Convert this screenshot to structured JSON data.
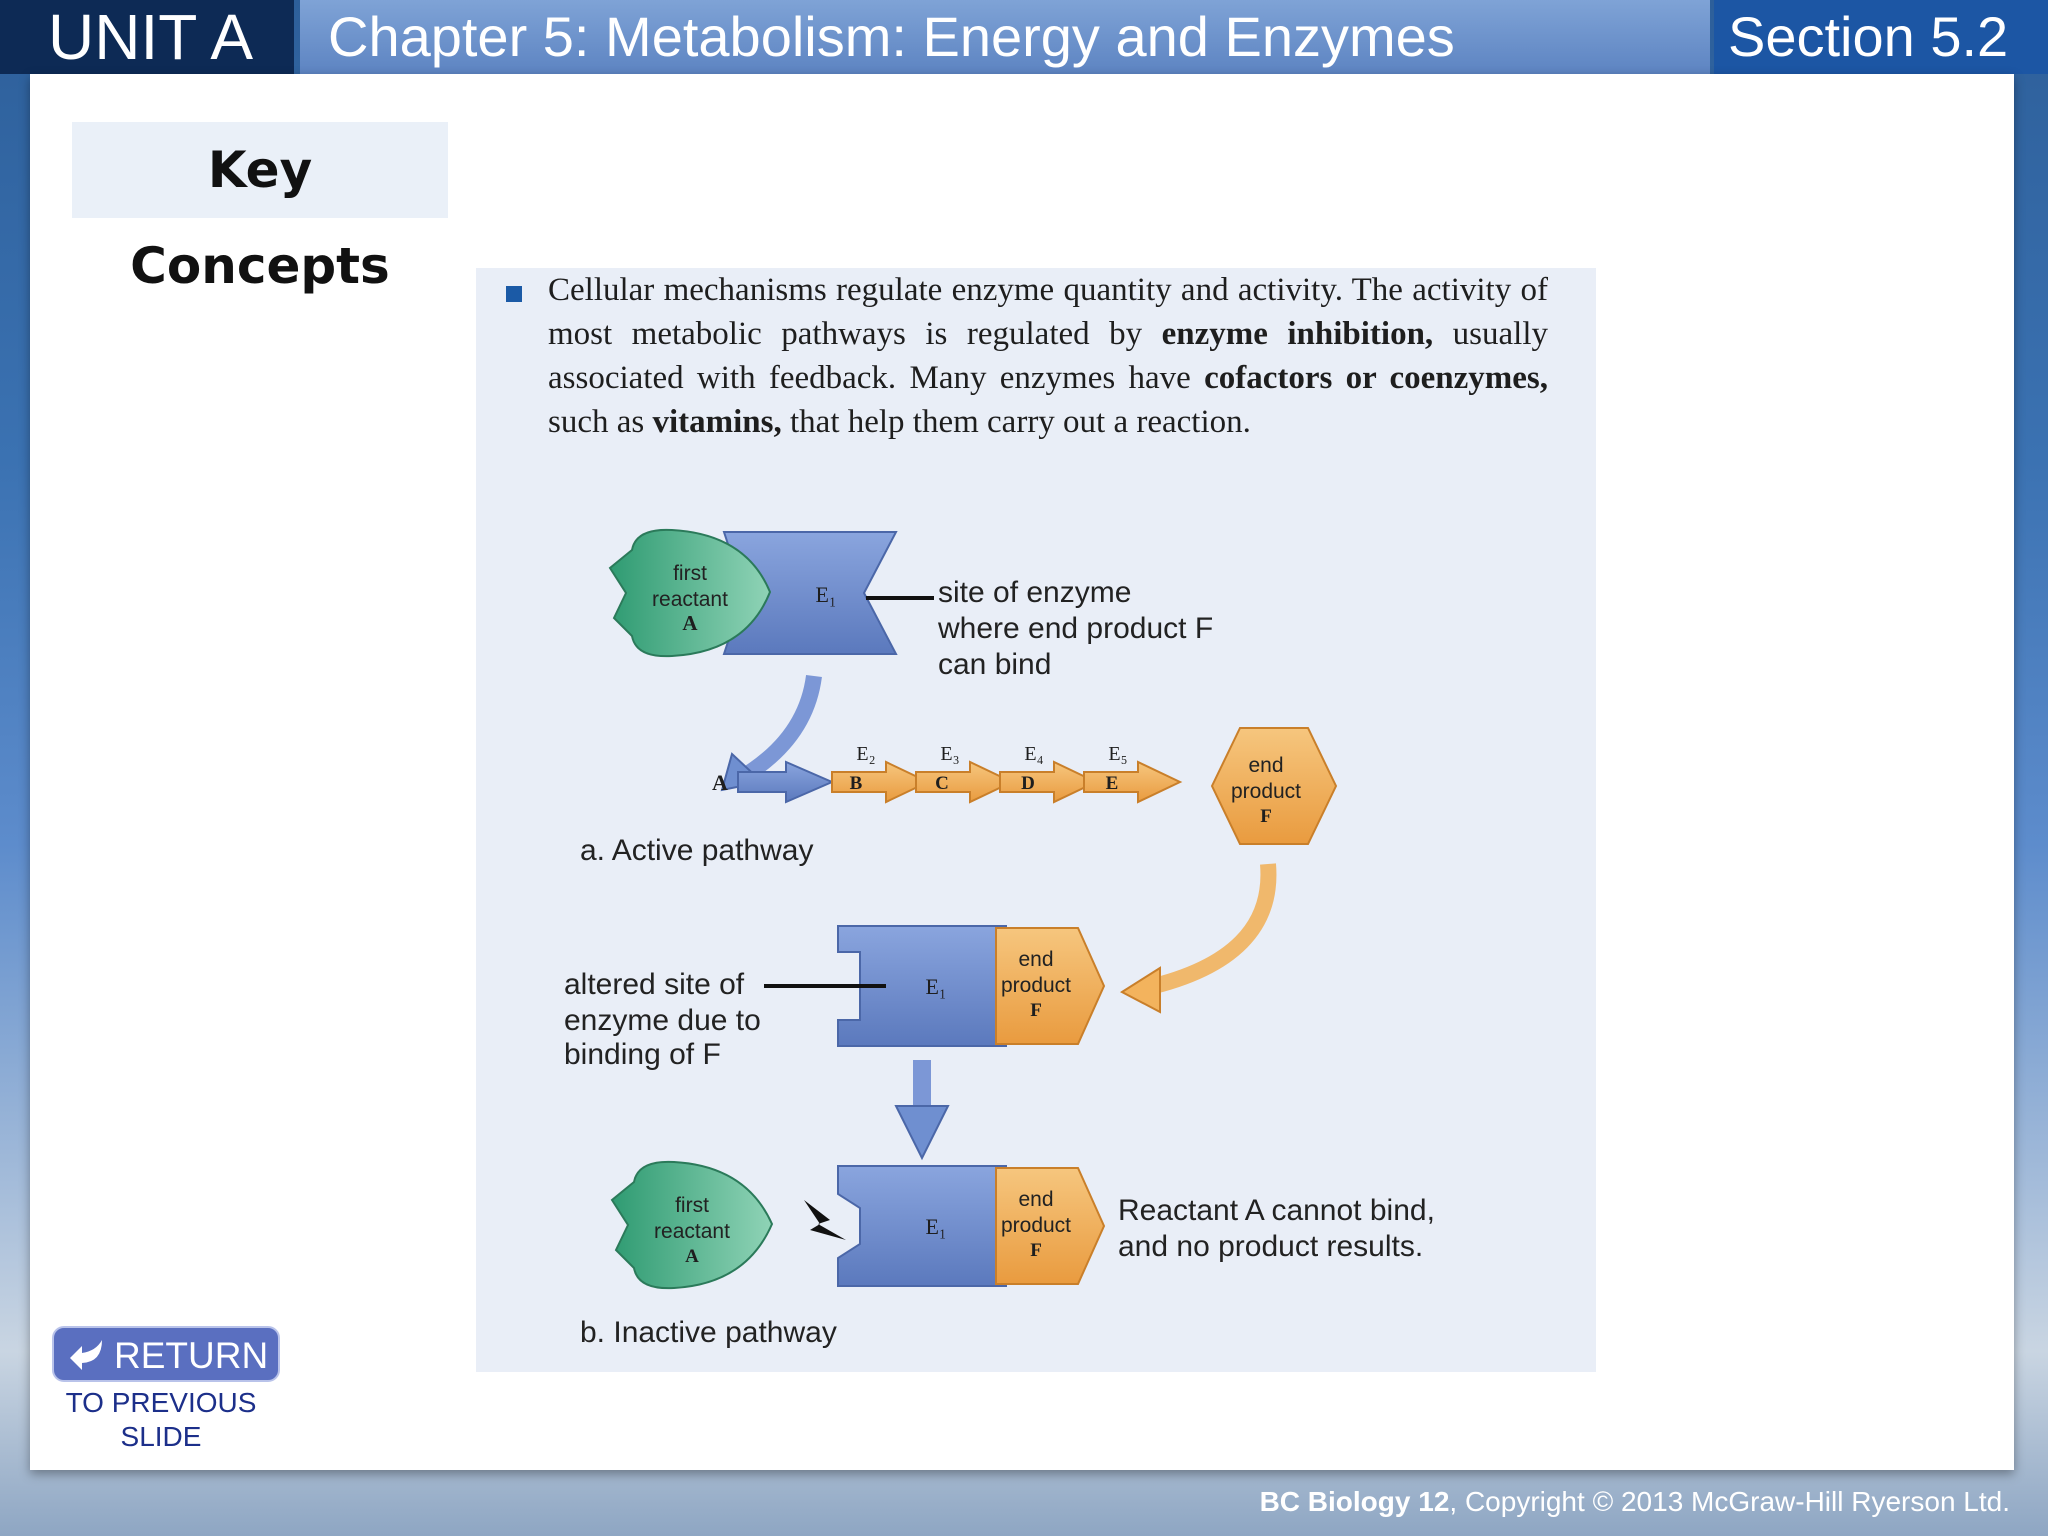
{
  "header": {
    "unit": "UNIT A",
    "chapter": "Chapter 5: Metabolism: Energy and Enzymes",
    "section": "Section 5.2"
  },
  "main": {
    "key_concepts_title": "Key Concepts",
    "paragraph": {
      "p1": "Cellular mechanisms regulate enzyme quantity and activity. The activity of most metabolic pathways is regulated by ",
      "b1": "enzyme inhibition,",
      "p2": " usually associated with feedback. Many enzymes have ",
      "b2": "cofactors or coenzymes,",
      "p3": " such as ",
      "b3": "vitamins,",
      "p4": " that help them carry out a reaction."
    }
  },
  "diagram": {
    "first_reactant": [
      "first",
      "reactant",
      "A"
    ],
    "enzyme_e1": "E₁",
    "site_label": [
      "site of enzyme",
      "where end product F",
      "can bind"
    ],
    "pathway_start": "A",
    "enzymes": [
      "E₂",
      "E₃",
      "E₄",
      "E₅"
    ],
    "intermediates": [
      "B",
      "C",
      "D",
      "E"
    ],
    "end_product": [
      "end",
      "product",
      "F"
    ],
    "active_caption": "a. Active pathway",
    "altered_label": [
      "altered site of",
      "enzyme due to",
      "binding of F"
    ],
    "cannot_bind_label": [
      "Reactant A cannot bind,",
      "and no product results."
    ],
    "inactive_caption": "b. Inactive pathway"
  },
  "nav": {
    "return_label": "RETURN",
    "return_sub": [
      "TO PREVIOUS",
      "SLIDE"
    ]
  },
  "footer": {
    "copyright_bold": "BC Biology 12",
    "copyright_rest": ", Copyright © 2013 McGraw-Hill Ryerson Ltd."
  },
  "colors": {
    "header_dark": "#0d2a55",
    "section_blue": "#1c56a4",
    "enzyme_blue": "#6f8fd0",
    "reactant_green": "#4bb38a",
    "product_orange": "#f3b35d"
  }
}
